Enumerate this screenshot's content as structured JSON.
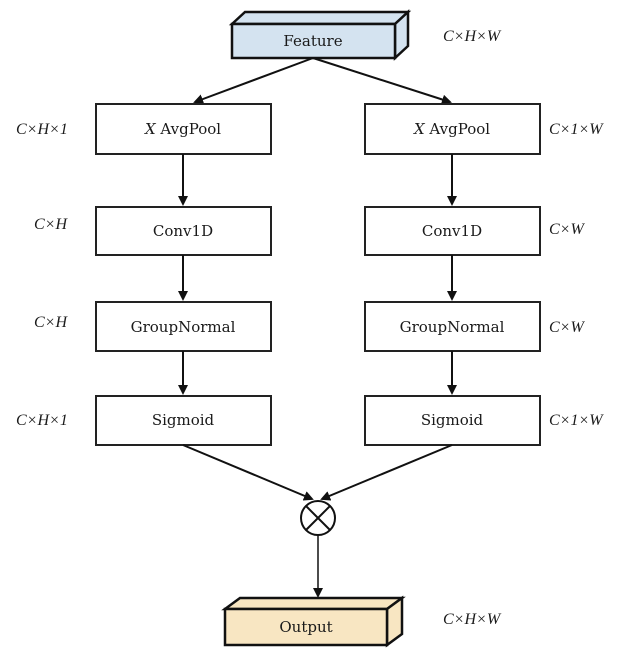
{
  "diagram": {
    "input": {
      "label": "Feature",
      "dims": "C×H×W",
      "color": "#d4e3f0"
    },
    "branches": [
      {
        "side": "left",
        "nodes": [
          {
            "label_italic": "X",
            "label": "AvgPool",
            "dims": "C×H×1"
          },
          {
            "label": "Conv1D",
            "dims": "C×H"
          },
          {
            "label": "GroupNormal",
            "dims": "C×H"
          },
          {
            "label": "Sigmoid",
            "dims": "C×H×1"
          }
        ]
      },
      {
        "side": "right",
        "nodes": [
          {
            "label_italic": "X",
            "label": "AvgPool",
            "dims": "C×1×W"
          },
          {
            "label": "Conv1D",
            "dims": "C×W"
          },
          {
            "label": "GroupNormal",
            "dims": "C×W"
          },
          {
            "label": "Sigmoid",
            "dims": "C×1×W"
          }
        ]
      }
    ],
    "merge": {
      "operator": "multiply-circle"
    },
    "output": {
      "label": "Output",
      "dims": "C×H×W",
      "color": "#f8e6c2"
    }
  }
}
